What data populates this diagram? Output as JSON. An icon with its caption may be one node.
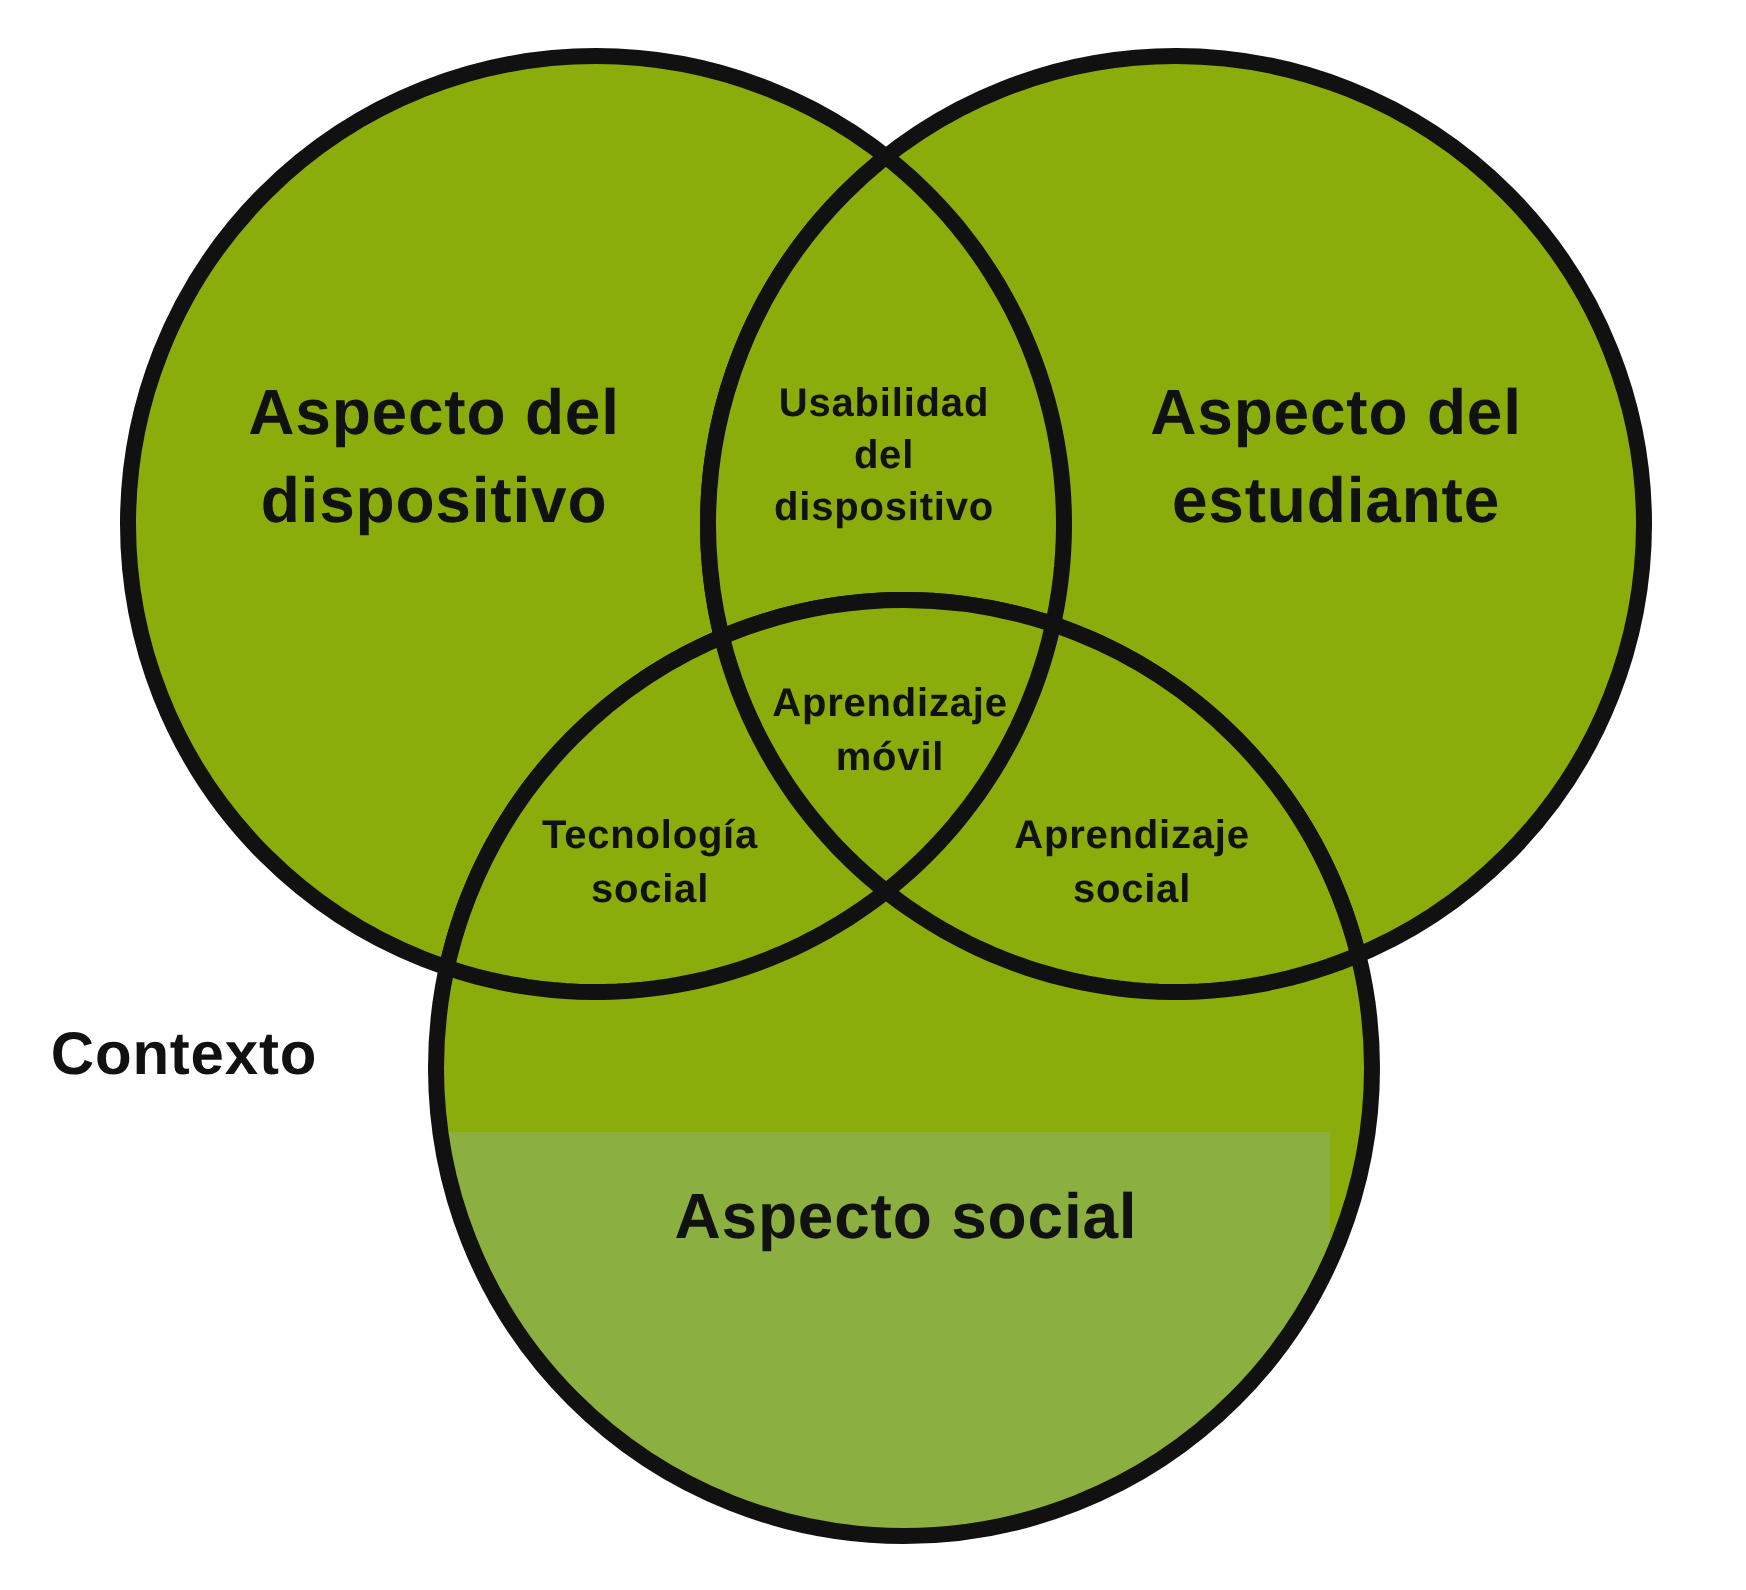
{
  "diagram": {
    "nodes": [
      {
        "text": [
          "Aspecto del dispositivo"
        ]
      },
      {
        "text": [
          "Aspecto del estudiante"
        ]
      },
      {
        "text": [
          "Aspecto social"
        ]
      },
      {
        "text": [
          "Usabilidad del dispositivo"
        ]
      },
      {
        "text": [
          "Aprendizaje móvil"
        ]
      },
      {
        "text": [
          "Tecnología social"
        ]
      },
      {
        "text": [
          "Aprendizaje social"
        ]
      }
    ],
    "labels": [
      "Contexto"
    ]
  }
}
